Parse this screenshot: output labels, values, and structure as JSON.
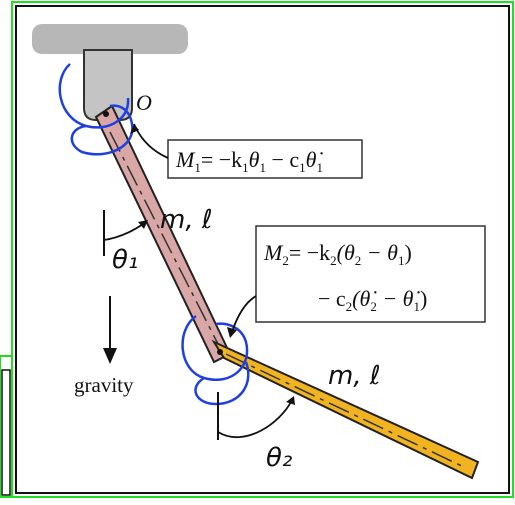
{
  "colors": {
    "frame_border": "#22dd22",
    "link1_fill": "#d8a7a6",
    "link2_fill": "#f2b321",
    "spring_blue": "#1f3fe0",
    "support_gray": "#b7b7b7",
    "ink": "#111111"
  },
  "labels": {
    "pivot_O": "O",
    "gravity": "gravity",
    "link1_params": "m, ℓ",
    "link2_params": "m, ℓ",
    "theta1": "θ₁",
    "theta2": "θ₂"
  },
  "equations": {
    "m1": {
      "lhs": "M",
      "lhs_sub": "1",
      "rhs_a": "= −k",
      "rhs_a_sub": "1",
      "rhs_b": "θ",
      "rhs_b_sub": "1",
      "rhs_c": " − c",
      "rhs_c_sub": "1",
      "rhs_d": "θ̇",
      "rhs_d_sub": "1"
    },
    "m2": {
      "line1_lhs": "M",
      "line1_lhs_sub": "2",
      "line1_a": "= −k",
      "line1_a_sub": "2",
      "line1_b": "(θ",
      "line1_b_sub": "2",
      "line1_c": " − θ",
      "line1_c_sub": "1",
      "line1_d": ")",
      "line2_a": "− c",
      "line2_a_sub": "2",
      "line2_b": "(θ̇",
      "line2_b_sub": "2",
      "line2_c": " − θ̇",
      "line2_c_sub": "1",
      "line2_d": ")"
    }
  }
}
